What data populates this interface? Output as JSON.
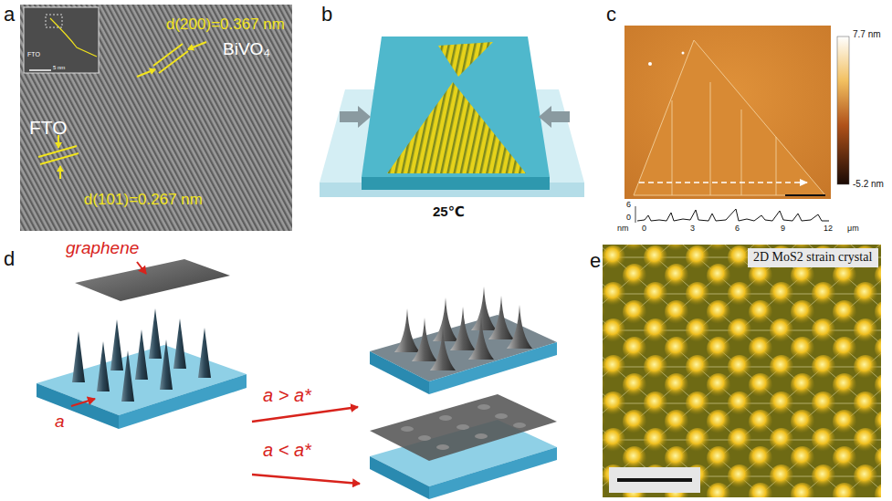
{
  "diagram": {
    "nodes": [
      {
        "text": [
          "2D MoS2 strain crystal"
        ]
      }
    ],
    "labels": [
      "a",
      "FTO",
      "5 nm",
      "BiVO₄",
      "d(200)=0.367 nm",
      "FTO",
      "d(101)=0.267 nm",
      "b",
      "25℃",
      "c",
      "7.7 nm",
      "-5.2 nm",
      "6",
      "0",
      "nm",
      "0",
      "3",
      "6",
      "9",
      "12",
      "μm",
      "d",
      "graphene",
      "a",
      "a > a*",
      "a < a*",
      "e"
    ]
  }
}
